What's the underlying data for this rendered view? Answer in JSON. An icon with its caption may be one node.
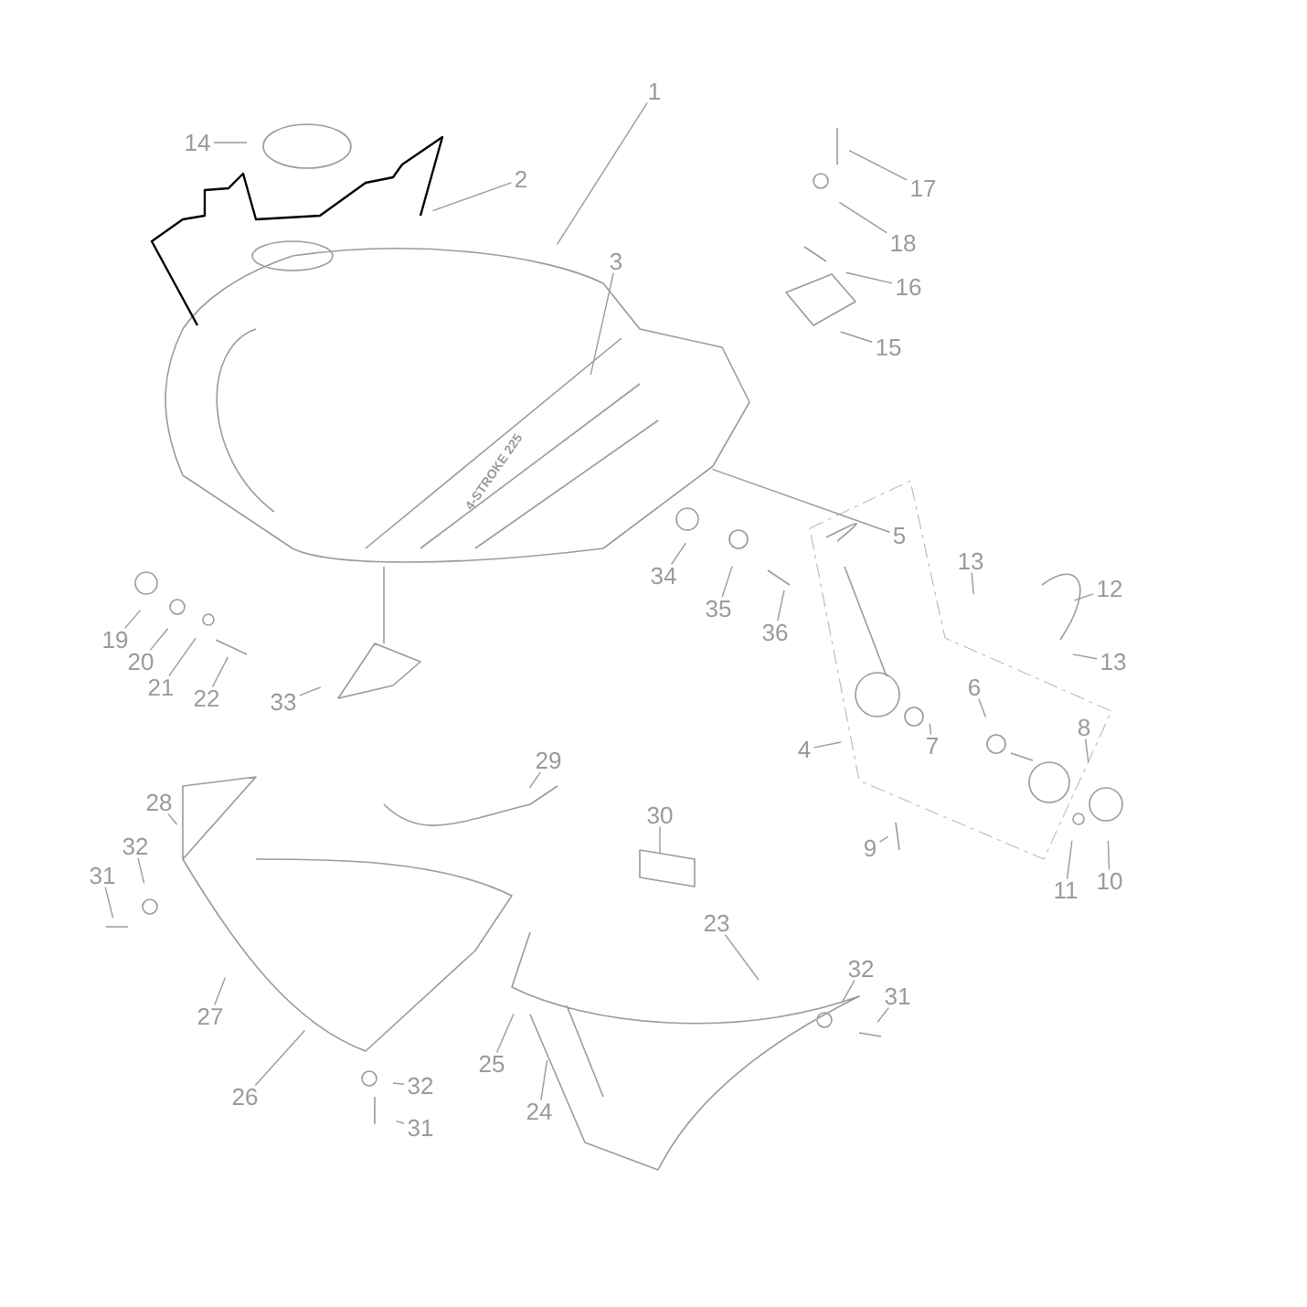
{
  "diagram": {
    "nodes": [
      {
        "text": [
          "1"
        ]
      },
      {
        "text": [
          "14"
        ]
      },
      {
        "text": [
          "2"
        ]
      },
      {
        "text": [
          "17"
        ]
      },
      {
        "text": [
          "18"
        ]
      },
      {
        "text": [
          "3"
        ]
      },
      {
        "text": [
          "16"
        ]
      },
      {
        "text": [
          "15"
        ]
      },
      {
        "text": [
          "5"
        ]
      },
      {
        "text": [
          "34"
        ]
      },
      {
        "text": [
          "13"
        ]
      },
      {
        "text": [
          "12"
        ]
      },
      {
        "text": [
          "35"
        ]
      },
      {
        "text": [
          "36"
        ]
      },
      {
        "text": [
          "19"
        ]
      },
      {
        "text": [
          "20"
        ]
      },
      {
        "text": [
          "13"
        ]
      },
      {
        "text": [
          "6"
        ]
      },
      {
        "text": [
          "21"
        ]
      },
      {
        "text": [
          "22"
        ]
      },
      {
        "text": [
          "33"
        ]
      },
      {
        "text": [
          "8"
        ]
      },
      {
        "text": [
          "7"
        ]
      },
      {
        "text": [
          "4"
        ]
      },
      {
        "text": [
          "29"
        ]
      },
      {
        "text": [
          "28"
        ]
      },
      {
        "text": [
          "30"
        ]
      },
      {
        "text": [
          "32"
        ]
      },
      {
        "text": [
          "9"
        ]
      },
      {
        "text": [
          "31"
        ]
      },
      {
        "text": [
          "10"
        ]
      },
      {
        "text": [
          "11"
        ]
      },
      {
        "text": [
          "23"
        ]
      },
      {
        "text": [
          "32"
        ]
      },
      {
        "text": [
          "31"
        ]
      },
      {
        "text": [
          "27"
        ]
      },
      {
        "text": [
          "25"
        ]
      },
      {
        "text": [
          "32"
        ]
      },
      {
        "text": [
          "26"
        ]
      },
      {
        "text": [
          "24"
        ]
      },
      {
        "text": [
          "31"
        ]
      }
    ],
    "edges": [
      {
        "from": 0,
        "to": null,
        "arrow": "none"
      },
      {
        "from": 1,
        "to": null,
        "arrow": "none"
      },
      {
        "from": 2,
        "to": null,
        "arrow": "none"
      },
      {
        "from": 3,
        "to": null,
        "arrow": "none"
      },
      {
        "from": 4,
        "to": null,
        "arrow": "none"
      },
      {
        "from": 5,
        "to": null,
        "arrow": "none"
      },
      {
        "from": 6,
        "to": null,
        "arrow": "none"
      },
      {
        "from": 7,
        "to": null,
        "arrow": "none"
      },
      {
        "from": 8,
        "to": null,
        "arrow": "none"
      },
      {
        "from": 9,
        "to": null,
        "arrow": "none"
      },
      {
        "from": 10,
        "to": null,
        "arrow": "none"
      },
      {
        "from": 11,
        "to": null,
        "arrow": "none"
      },
      {
        "from": 12,
        "to": null,
        "arrow": "none"
      },
      {
        "from": 13,
        "to": null,
        "arrow": "none"
      },
      {
        "from": 14,
        "to": null,
        "arrow": "none"
      },
      {
        "from": 15,
        "to": null,
        "arrow": "none"
      },
      {
        "from": 16,
        "to": null,
        "arrow": "none"
      },
      {
        "from": 17,
        "to": null,
        "arrow": "none"
      },
      {
        "from": 18,
        "to": null,
        "arrow": "none"
      },
      {
        "from": 19,
        "to": null,
        "arrow": "none"
      },
      {
        "from": 20,
        "to": null,
        "arrow": "none"
      },
      {
        "from": 21,
        "to": null,
        "arrow": "none"
      },
      {
        "from": 22,
        "to": null,
        "arrow": "none"
      },
      {
        "from": 23,
        "to": null,
        "arrow": "none"
      },
      {
        "from": 24,
        "to": null,
        "arrow": "none"
      },
      {
        "from": 25,
        "to": null,
        "arrow": "none"
      },
      {
        "from": 26,
        "to": null,
        "arrow": "none"
      },
      {
        "from": 27,
        "to": null,
        "arrow": "none"
      },
      {
        "from": 28,
        "to": null,
        "arrow": "none"
      },
      {
        "from": 29,
        "to": null,
        "arrow": "none"
      },
      {
        "from": 30,
        "to": null,
        "arrow": "none"
      },
      {
        "from": 31,
        "to": null,
        "arrow": "none"
      },
      {
        "from": 32,
        "to": null,
        "arrow": "none"
      },
      {
        "from": 33,
        "to": null,
        "arrow": "none"
      },
      {
        "from": 34,
        "to": null,
        "arrow": "none"
      },
      {
        "from": 35,
        "to": null,
        "arrow": "none"
      },
      {
        "from": 36,
        "to": null,
        "arrow": "none"
      },
      {
        "from": 37,
        "to": null,
        "arrow": "none"
      },
      {
        "from": 38,
        "to": null,
        "arrow": "none"
      },
      {
        "from": 39,
        "to": null,
        "arrow": "none"
      },
      {
        "from": 40,
        "to": null,
        "arrow": "none"
      }
    ],
    "labels": [
      "4-STROKE 225"
    ]
  }
}
